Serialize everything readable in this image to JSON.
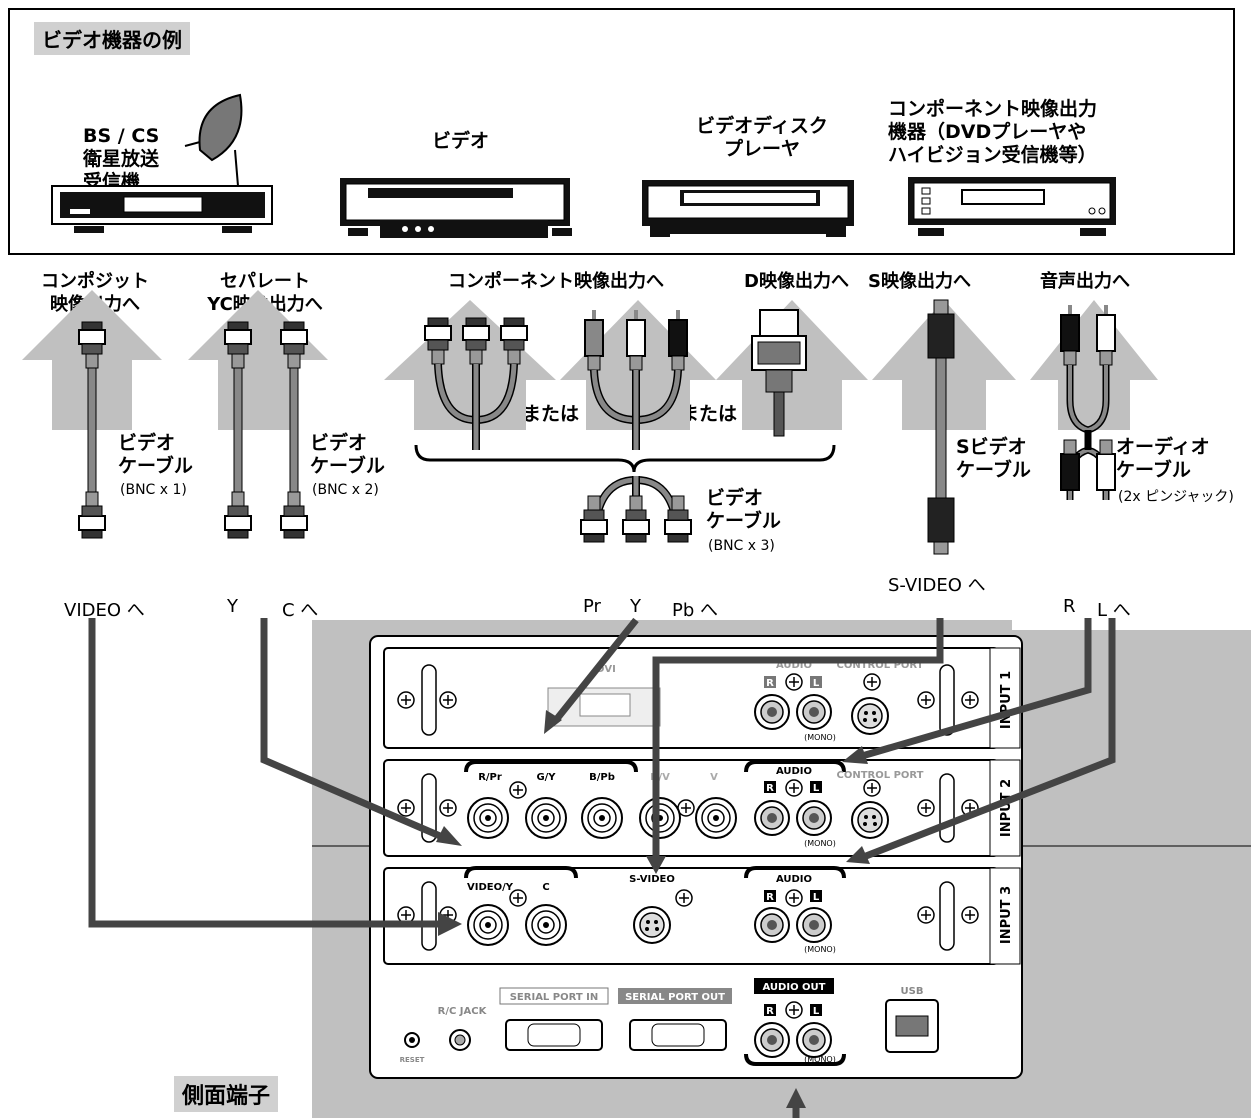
{
  "devices_section": {
    "title": "ビデオ機器の例",
    "devices": [
      {
        "label": "BS / CS\n衛星放送\n受信機"
      },
      {
        "label": "ビデオ"
      },
      {
        "label": "ビデオディスク\nプレーヤ"
      },
      {
        "label": "コンポーネント映像出力\n機器（DVDプレーヤや\nハイビジョン受信機等）"
      }
    ]
  },
  "outputs": {
    "composite": "コンポジット\n映像出力へ",
    "separate": "セパレート\nYC映像出力へ",
    "component": "コンポーネント映像出力へ",
    "d_video": "D映像出力へ",
    "s_video_out": "S映像出力へ",
    "audio_out": "音声出力へ"
  },
  "or_text": "または",
  "cables": {
    "video1": {
      "name": "ビデオ\nケーブル",
      "spec": "(BNC x 1)"
    },
    "video2": {
      "name": "ビデオ\nケーブル",
      "spec": "(BNC x 2)"
    },
    "video3": {
      "name": "ビデオ\nケーブル",
      "spec": "(BNC x 3)"
    },
    "svideo": {
      "name": "Sビデオ\nケーブル"
    },
    "audio": {
      "name": "オーディオ\nケーブル",
      "spec": "(2x ピンジャック)"
    }
  },
  "connector_targets": {
    "video": "VIDEO へ",
    "y": "Y",
    "c": "C へ",
    "pr": "Pr",
    "y2": "Y",
    "pb": "Pb へ",
    "svideo": "S-VIDEO へ",
    "r": "R",
    "l": "L へ"
  },
  "panel": {
    "input1": {
      "label": "INPUT 1",
      "dvi": "DVI",
      "audio": "AUDIO",
      "control_port": "CONTROL PORT",
      "r": "R",
      "l": "L",
      "mono": "(MONO)"
    },
    "input2": {
      "label": "INPUT 2",
      "rpr": "R/Pr",
      "gy": "G/Y",
      "bpb": "B/Pb",
      "hv": "H/V",
      "v": "V",
      "audio": "AUDIO",
      "control_port": "CONTROL PORT",
      "r": "R",
      "l": "L",
      "mono": "(MONO)"
    },
    "input3": {
      "label": "INPUT 3",
      "videoy": "VIDEO/Y",
      "c": "C",
      "svideo": "S-VIDEO",
      "audio": "AUDIO",
      "r": "R",
      "l": "L",
      "mono": "(MONO)"
    },
    "bottom": {
      "rc_jack": "R/C JACK",
      "reset": "RESET",
      "serial_in": "SERIAL PORT IN",
      "serial_out": "SERIAL PORT OUT",
      "audio_out": "AUDIO OUT",
      "r": "R",
      "l": "L",
      "mono": "(MONO)",
      "usb": "USB"
    }
  },
  "side_title": "側面端子"
}
